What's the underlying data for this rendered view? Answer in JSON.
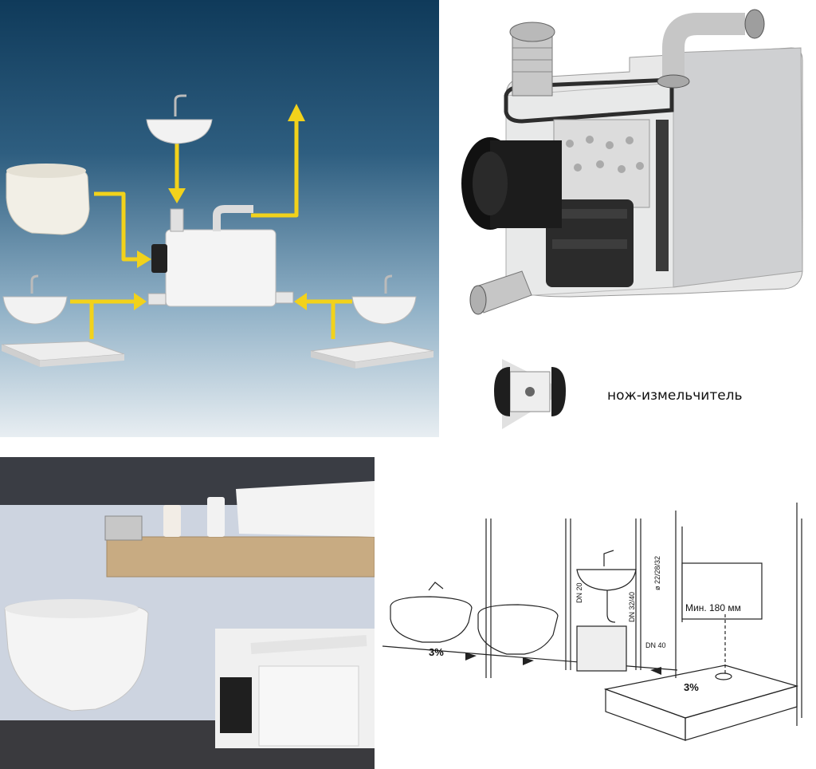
{
  "blade_label": "нож-измельчитель",
  "install": {
    "min_height": "Мин. 180 мм",
    "slope_left": "3%",
    "slope_right": "3%",
    "pipes": [
      "DN 20",
      "DN 32/40",
      "ø 22/28/32",
      "DN 40"
    ]
  },
  "colors": {
    "arrow": "#f2d21b",
    "background_top": "#0f3a5a",
    "background_bottom": "#e8eef2"
  }
}
